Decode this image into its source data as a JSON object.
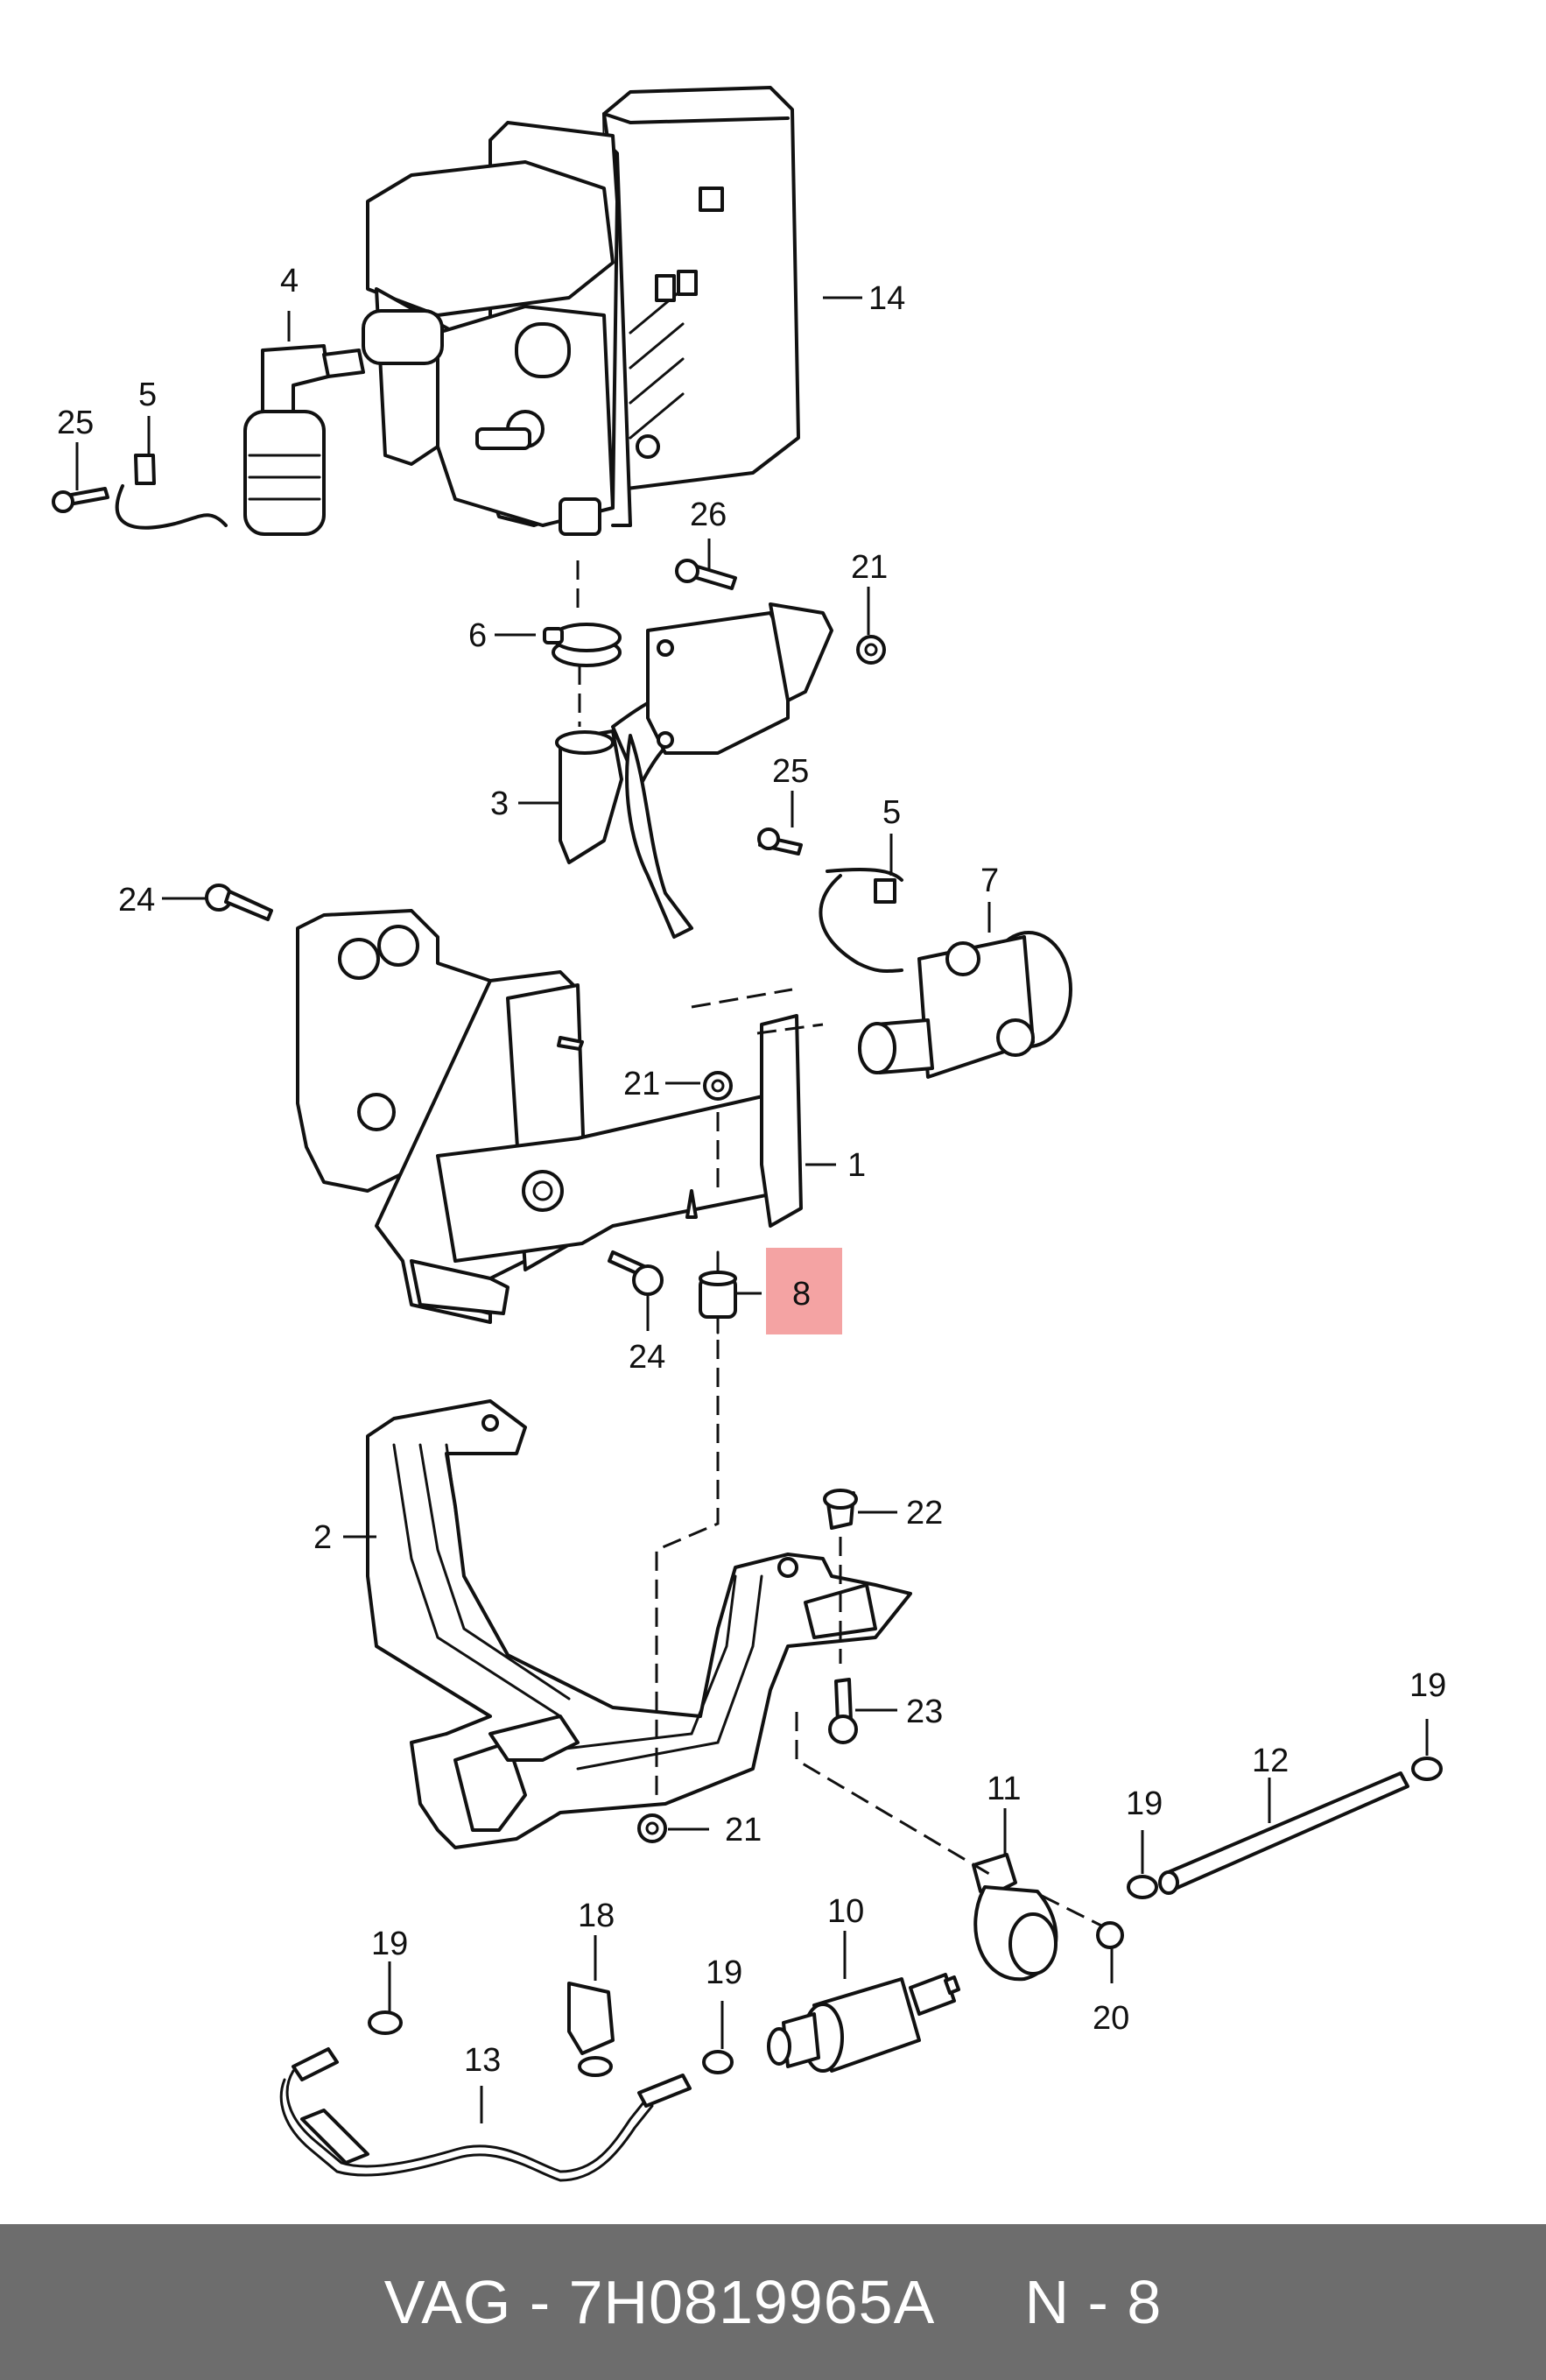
{
  "callouts": {
    "c1": "1",
    "c2": "2",
    "c3": "3",
    "c4": "4",
    "c5a": "5",
    "c5b": "5",
    "c6": "6",
    "c7": "7",
    "c8": "8",
    "c10": "10",
    "c11": "11",
    "c12": "12",
    "c13": "13",
    "c14": "14",
    "c18": "18",
    "c19a": "19",
    "c19b": "19",
    "c19c": "19",
    "c19d": "19",
    "c20": "20",
    "c21a": "21",
    "c21b": "21",
    "c21c": "21",
    "c22": "22",
    "c23": "23",
    "c24a": "24",
    "c24b": "24",
    "c25a": "25",
    "c25b": "25",
    "c26": "26"
  },
  "highlight": {
    "callout": "8",
    "color": "#f4a3a3"
  },
  "footer": {
    "brand": "VAG",
    "separator": "-",
    "part_number": "7H0819965A",
    "position_prefix": "N",
    "position_separator": "-",
    "position_number": "8",
    "background": "#6d6d6d",
    "text_color": "#ffffff"
  }
}
